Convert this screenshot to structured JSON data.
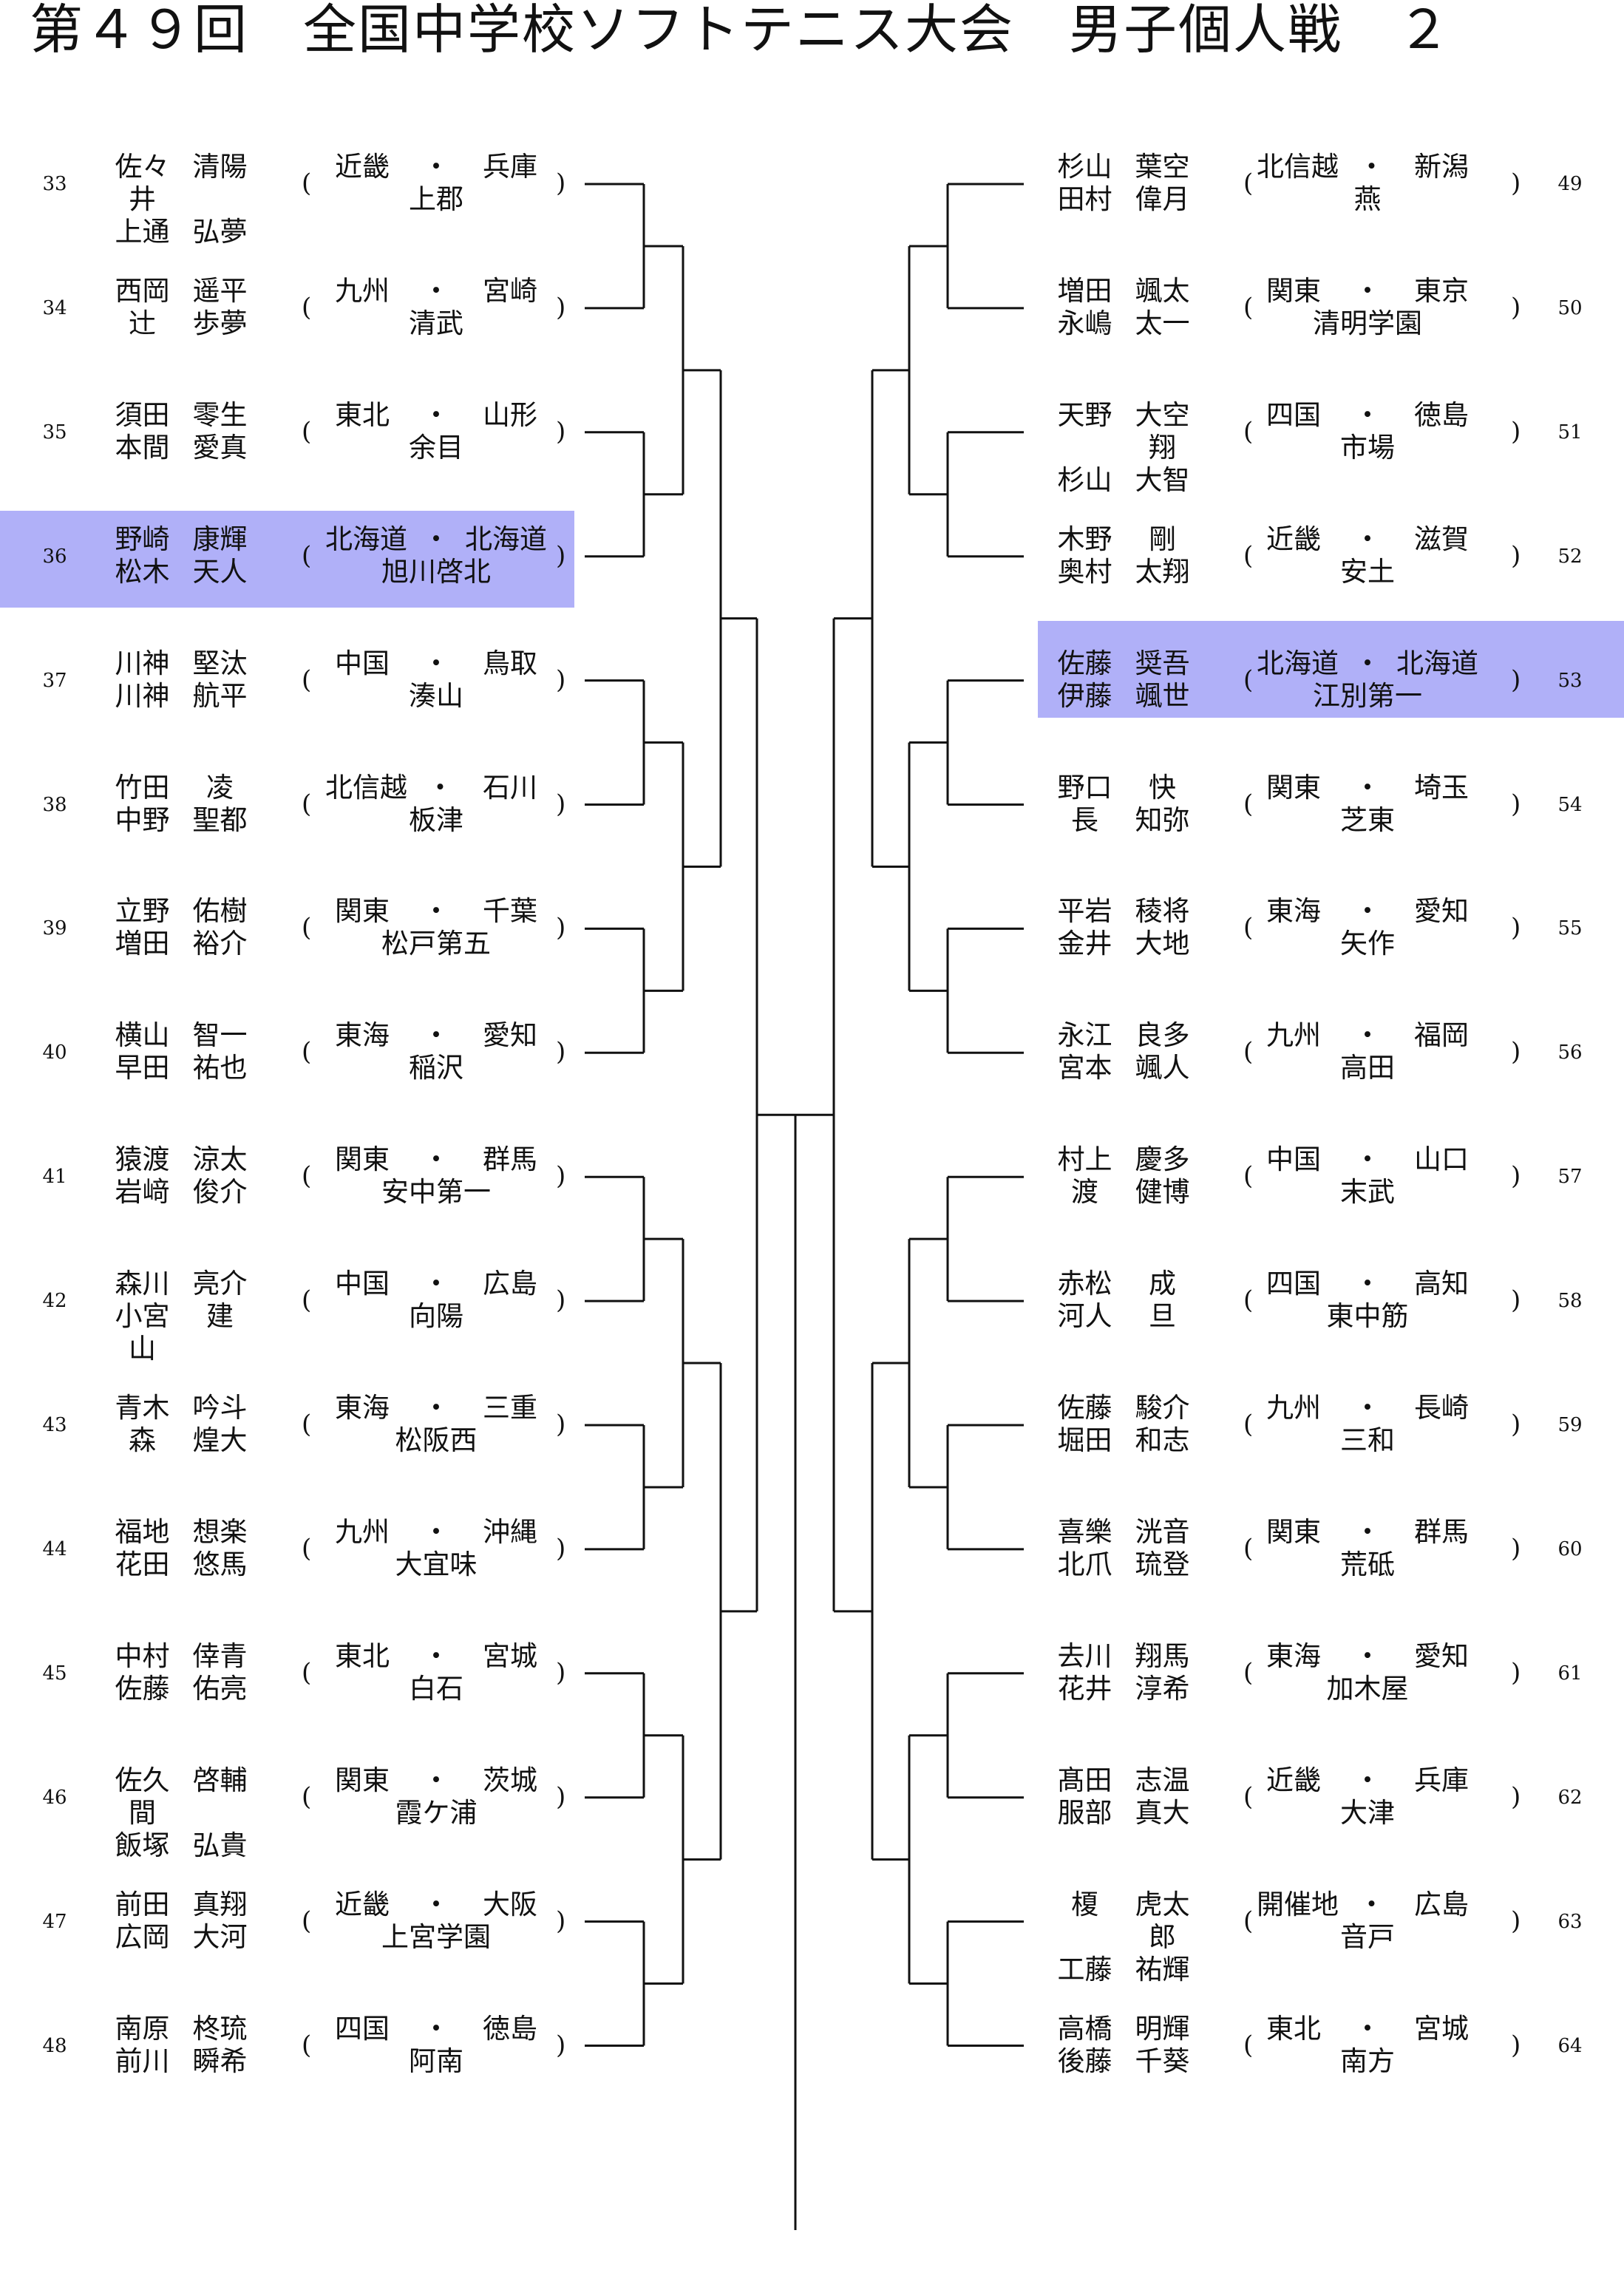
{
  "title": "第４９回　全国中学校ソフトテニス大会　男子個人戦　２",
  "separator": "・",
  "open_paren": "(",
  "close_paren": ")",
  "highlight_color": "#b0b0f8",
  "left": [
    {
      "no": "33",
      "p1": [
        "佐々井",
        "清陽"
      ],
      "p2": [
        "上通",
        "弘夢"
      ],
      "block": "近畿",
      "pref": "兵庫",
      "school": "上郡"
    },
    {
      "no": "34",
      "p1": [
        "西岡",
        "遥平"
      ],
      "p2": [
        "辻",
        "歩夢"
      ],
      "block": "九州",
      "pref": "宮崎",
      "school": "清武"
    },
    {
      "no": "35",
      "p1": [
        "須田",
        "零生"
      ],
      "p2": [
        "本間",
        "愛真"
      ],
      "block": "東北",
      "pref": "山形",
      "school": "余目"
    },
    {
      "no": "36",
      "p1": [
        "野崎",
        "康輝"
      ],
      "p2": [
        "松木",
        "天人"
      ],
      "block": "北海道",
      "pref": "北海道",
      "school": "旭川啓北",
      "highlight": true
    },
    {
      "no": "37",
      "p1": [
        "川神",
        "堅汰"
      ],
      "p2": [
        "川神",
        "航平"
      ],
      "block": "中国",
      "pref": "鳥取",
      "school": "湊山"
    },
    {
      "no": "38",
      "p1": [
        "竹田",
        "凌"
      ],
      "p2": [
        "中野",
        "聖都"
      ],
      "block": "北信越",
      "pref": "石川",
      "school": "板津"
    },
    {
      "no": "39",
      "p1": [
        "立野",
        "佑樹"
      ],
      "p2": [
        "増田",
        "裕介"
      ],
      "block": "関東",
      "pref": "千葉",
      "school": "松戸第五"
    },
    {
      "no": "40",
      "p1": [
        "横山",
        "智一"
      ],
      "p2": [
        "早田",
        "祐也"
      ],
      "block": "東海",
      "pref": "愛知",
      "school": "稲沢"
    },
    {
      "no": "41",
      "p1": [
        "猿渡",
        "涼太"
      ],
      "p2": [
        "岩﨑",
        "俊介"
      ],
      "block": "関東",
      "pref": "群馬",
      "school": "安中第一"
    },
    {
      "no": "42",
      "p1": [
        "森川",
        "亮介"
      ],
      "p2": [
        "小宮山",
        "建"
      ],
      "block": "中国",
      "pref": "広島",
      "school": "向陽"
    },
    {
      "no": "43",
      "p1": [
        "青木",
        "吟斗"
      ],
      "p2": [
        "森",
        "煌大"
      ],
      "block": "東海",
      "pref": "三重",
      "school": "松阪西"
    },
    {
      "no": "44",
      "p1": [
        "福地",
        "想楽"
      ],
      "p2": [
        "花田",
        "悠馬"
      ],
      "block": "九州",
      "pref": "沖縄",
      "school": "大宜味"
    },
    {
      "no": "45",
      "p1": [
        "中村",
        "倖青"
      ],
      "p2": [
        "佐藤",
        "佑亮"
      ],
      "block": "東北",
      "pref": "宮城",
      "school": "白石"
    },
    {
      "no": "46",
      "p1": [
        "佐久間",
        "啓輔"
      ],
      "p2": [
        "飯塚",
        "弘貴"
      ],
      "block": "関東",
      "pref": "茨城",
      "school": "霞ケ浦"
    },
    {
      "no": "47",
      "p1": [
        "前田",
        "真翔"
      ],
      "p2": [
        "広岡",
        "大河"
      ],
      "block": "近畿",
      "pref": "大阪",
      "school": "上宮学園"
    },
    {
      "no": "48",
      "p1": [
        "南原",
        "柊琉"
      ],
      "p2": [
        "前川",
        "瞬希"
      ],
      "block": "四国",
      "pref": "徳島",
      "school": "阿南"
    }
  ],
  "right": [
    {
      "no": "49",
      "p1": [
        "杉山",
        "葉空"
      ],
      "p2": [
        "田村",
        "偉月"
      ],
      "block": "北信越",
      "pref": "新潟",
      "school": "燕"
    },
    {
      "no": "50",
      "p1": [
        "増田",
        "颯太"
      ],
      "p2": [
        "永嶋",
        "太一"
      ],
      "block": "関東",
      "pref": "東京",
      "school": "清明学園"
    },
    {
      "no": "51",
      "p1": [
        "天野",
        "大空翔"
      ],
      "p2": [
        "杉山",
        "大智"
      ],
      "block": "四国",
      "pref": "徳島",
      "school": "市場"
    },
    {
      "no": "52",
      "p1": [
        "木野",
        "剛"
      ],
      "p2": [
        "奥村",
        "太翔"
      ],
      "block": "近畿",
      "pref": "滋賀",
      "school": "安土"
    },
    {
      "no": "53",
      "p1": [
        "佐藤",
        "奨吾"
      ],
      "p2": [
        "伊藤",
        "颯世"
      ],
      "block": "北海道",
      "pref": "北海道",
      "school": "江別第一",
      "highlight": true
    },
    {
      "no": "54",
      "p1": [
        "野口",
        "快"
      ],
      "p2": [
        "長",
        "知弥"
      ],
      "block": "関東",
      "pref": "埼玉",
      "school": "芝東"
    },
    {
      "no": "55",
      "p1": [
        "平岩",
        "稜将"
      ],
      "p2": [
        "金井",
        "大地"
      ],
      "block": "東海",
      "pref": "愛知",
      "school": "矢作"
    },
    {
      "no": "56",
      "p1": [
        "永江",
        "良多"
      ],
      "p2": [
        "宮本",
        "颯人"
      ],
      "block": "九州",
      "pref": "福岡",
      "school": "高田"
    },
    {
      "no": "57",
      "p1": [
        "村上",
        "慶多"
      ],
      "p2": [
        "渡",
        "健博"
      ],
      "block": "中国",
      "pref": "山口",
      "school": "末武"
    },
    {
      "no": "58",
      "p1": [
        "赤松",
        "成"
      ],
      "p2": [
        "河人",
        "旦"
      ],
      "block": "四国",
      "pref": "高知",
      "school": "東中筋"
    },
    {
      "no": "59",
      "p1": [
        "佐藤",
        "駿介"
      ],
      "p2": [
        "堀田",
        "和志"
      ],
      "block": "九州",
      "pref": "長崎",
      "school": "三和"
    },
    {
      "no": "60",
      "p1": [
        "喜樂",
        "洸音"
      ],
      "p2": [
        "北爪",
        "琉登"
      ],
      "block": "関東",
      "pref": "群馬",
      "school": "荒砥"
    },
    {
      "no": "61",
      "p1": [
        "去川",
        "翔馬"
      ],
      "p2": [
        "花井",
        "淳希"
      ],
      "block": "東海",
      "pref": "愛知",
      "school": "加木屋"
    },
    {
      "no": "62",
      "p1": [
        "髙田",
        "志温"
      ],
      "p2": [
        "服部",
        "真大"
      ],
      "block": "近畿",
      "pref": "兵庫",
      "school": "大津"
    },
    {
      "no": "63",
      "p1": [
        "榎",
        "虎太郎"
      ],
      "p2": [
        "工藤",
        "祐輝"
      ],
      "block": "開催地",
      "pref": "広島",
      "school": "音戸"
    },
    {
      "no": "64",
      "p1": [
        "高橋",
        "明輝"
      ],
      "p2": [
        "後藤",
        "千葵"
      ],
      "block": "東北",
      "pref": "宮城",
      "school": "南方"
    }
  ]
}
